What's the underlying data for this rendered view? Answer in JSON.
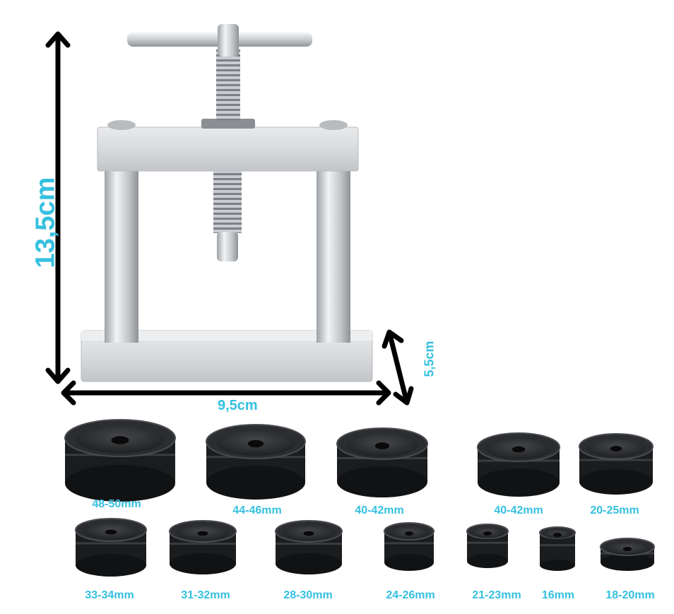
{
  "dimensions": {
    "height": "13,5cm",
    "width": "9,5cm",
    "depth": "5,5cm"
  },
  "sizes_top_row": [
    "48-50mm",
    "44-46mm",
    "40-42mm",
    "40-42mm",
    "20-25mm"
  ],
  "sizes_bottom_row": [
    "33-34mm",
    "31-32mm",
    "28-30mm",
    "24-26mm",
    "21-23mm",
    "16mm",
    "18-20mm"
  ],
  "colors": {
    "label": "#35c0e0",
    "arrow": "#000000",
    "metal": "#d4d6d8",
    "die": "#1c1d1f"
  }
}
